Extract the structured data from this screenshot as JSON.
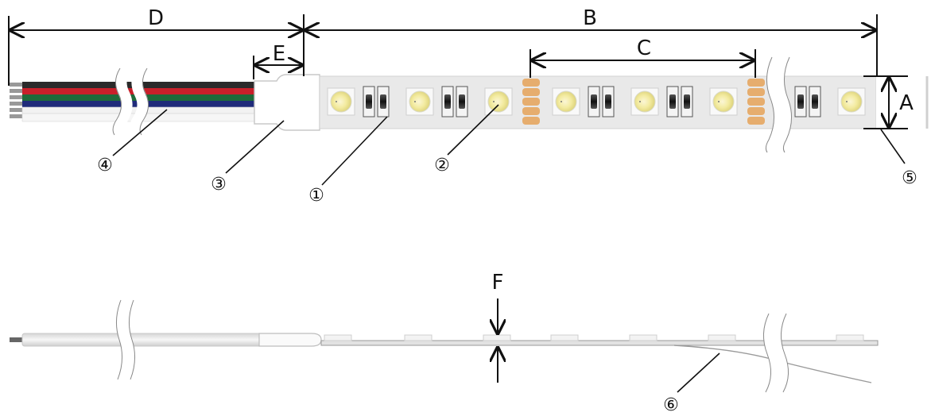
{
  "dimensions": {
    "A": "A",
    "B": "B",
    "C": "C",
    "D": "D",
    "E": "E",
    "F": "F"
  },
  "callouts": {
    "one": "①",
    "two": "②",
    "three": "③",
    "four": "④",
    "five": "⑤",
    "six": "⑥"
  },
  "colors": {
    "strip": "#e9e9e9",
    "solder_pad": "#e6ad6e",
    "wire_black": "#2a2a2a",
    "wire_red": "#c8202a",
    "wire_green": "#1e6b3a",
    "wire_blue": "#1f2b7a",
    "wire_white": "#f2f2f2"
  },
  "icons": {
    "led": "rgbw-smd-led-icon",
    "resistor": "smd-resistor-icon",
    "pad": "solder-pad-icon",
    "break": "break-mark-icon"
  }
}
